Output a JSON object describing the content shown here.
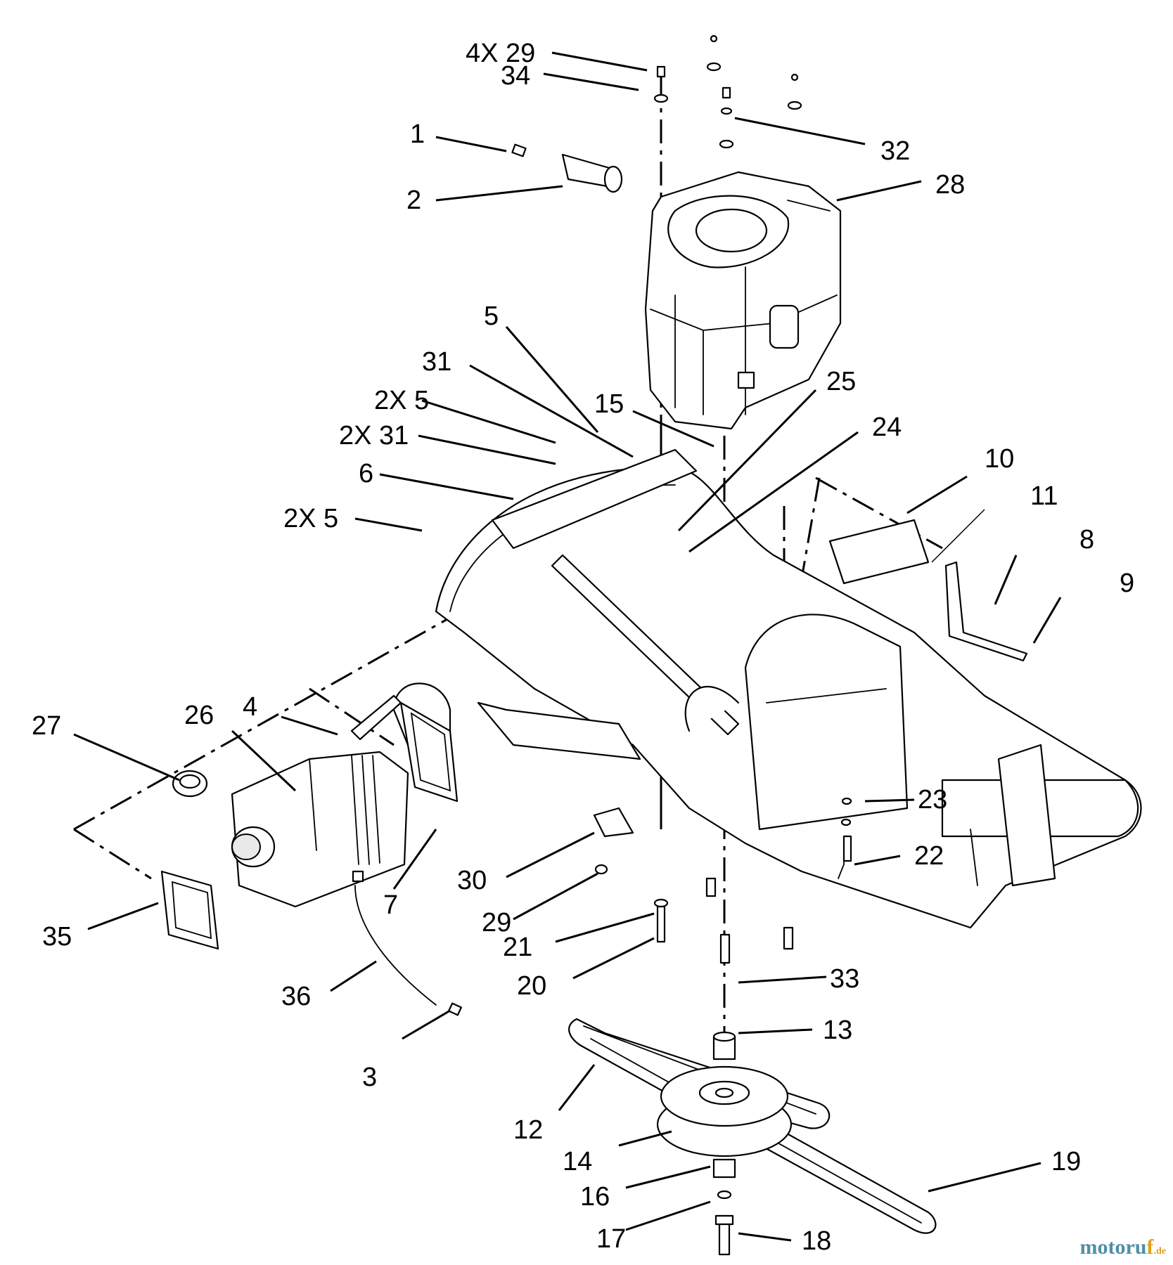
{
  "diagram": {
    "callouts": [
      {
        "id": "c1",
        "text": "1"
      },
      {
        "id": "c2",
        "text": "2"
      },
      {
        "id": "c3",
        "text": "3"
      },
      {
        "id": "c4",
        "text": "4"
      },
      {
        "id": "c5",
        "text": "5"
      },
      {
        "id": "c6",
        "text": "6"
      },
      {
        "id": "c7",
        "text": "7"
      },
      {
        "id": "c8",
        "text": "8"
      },
      {
        "id": "c9",
        "text": "9"
      },
      {
        "id": "c10",
        "text": "10"
      },
      {
        "id": "c11",
        "text": "11"
      },
      {
        "id": "c12",
        "text": "12"
      },
      {
        "id": "c13",
        "text": "13"
      },
      {
        "id": "c14",
        "text": "14"
      },
      {
        "id": "c15",
        "text": "15"
      },
      {
        "id": "c16",
        "text": "16"
      },
      {
        "id": "c17",
        "text": "17"
      },
      {
        "id": "c18",
        "text": "18"
      },
      {
        "id": "c19",
        "text": "19"
      },
      {
        "id": "c20",
        "text": "20"
      },
      {
        "id": "c21",
        "text": "21"
      },
      {
        "id": "c22",
        "text": "22"
      },
      {
        "id": "c23",
        "text": "23"
      },
      {
        "id": "c24",
        "text": "24"
      },
      {
        "id": "c25",
        "text": "25"
      },
      {
        "id": "c26",
        "text": "26"
      },
      {
        "id": "c27",
        "text": "27"
      },
      {
        "id": "c28",
        "text": "28"
      },
      {
        "id": "c29",
        "text": "29"
      },
      {
        "id": "c30",
        "text": "30"
      },
      {
        "id": "c31",
        "text": "31"
      },
      {
        "id": "c32",
        "text": "32"
      },
      {
        "id": "c33",
        "text": "33"
      },
      {
        "id": "c34",
        "text": "34"
      },
      {
        "id": "c35",
        "text": "35"
      },
      {
        "id": "c36",
        "text": "36"
      },
      {
        "id": "c4x29",
        "text": "4X 29"
      },
      {
        "id": "c2x5a",
        "text": "2X 5"
      },
      {
        "id": "c2x31",
        "text": "2X 31"
      },
      {
        "id": "c2x5b",
        "text": "2X 5"
      }
    ]
  },
  "watermark": {
    "brand": "motoru",
    "f": "f",
    "tld": ".de"
  }
}
